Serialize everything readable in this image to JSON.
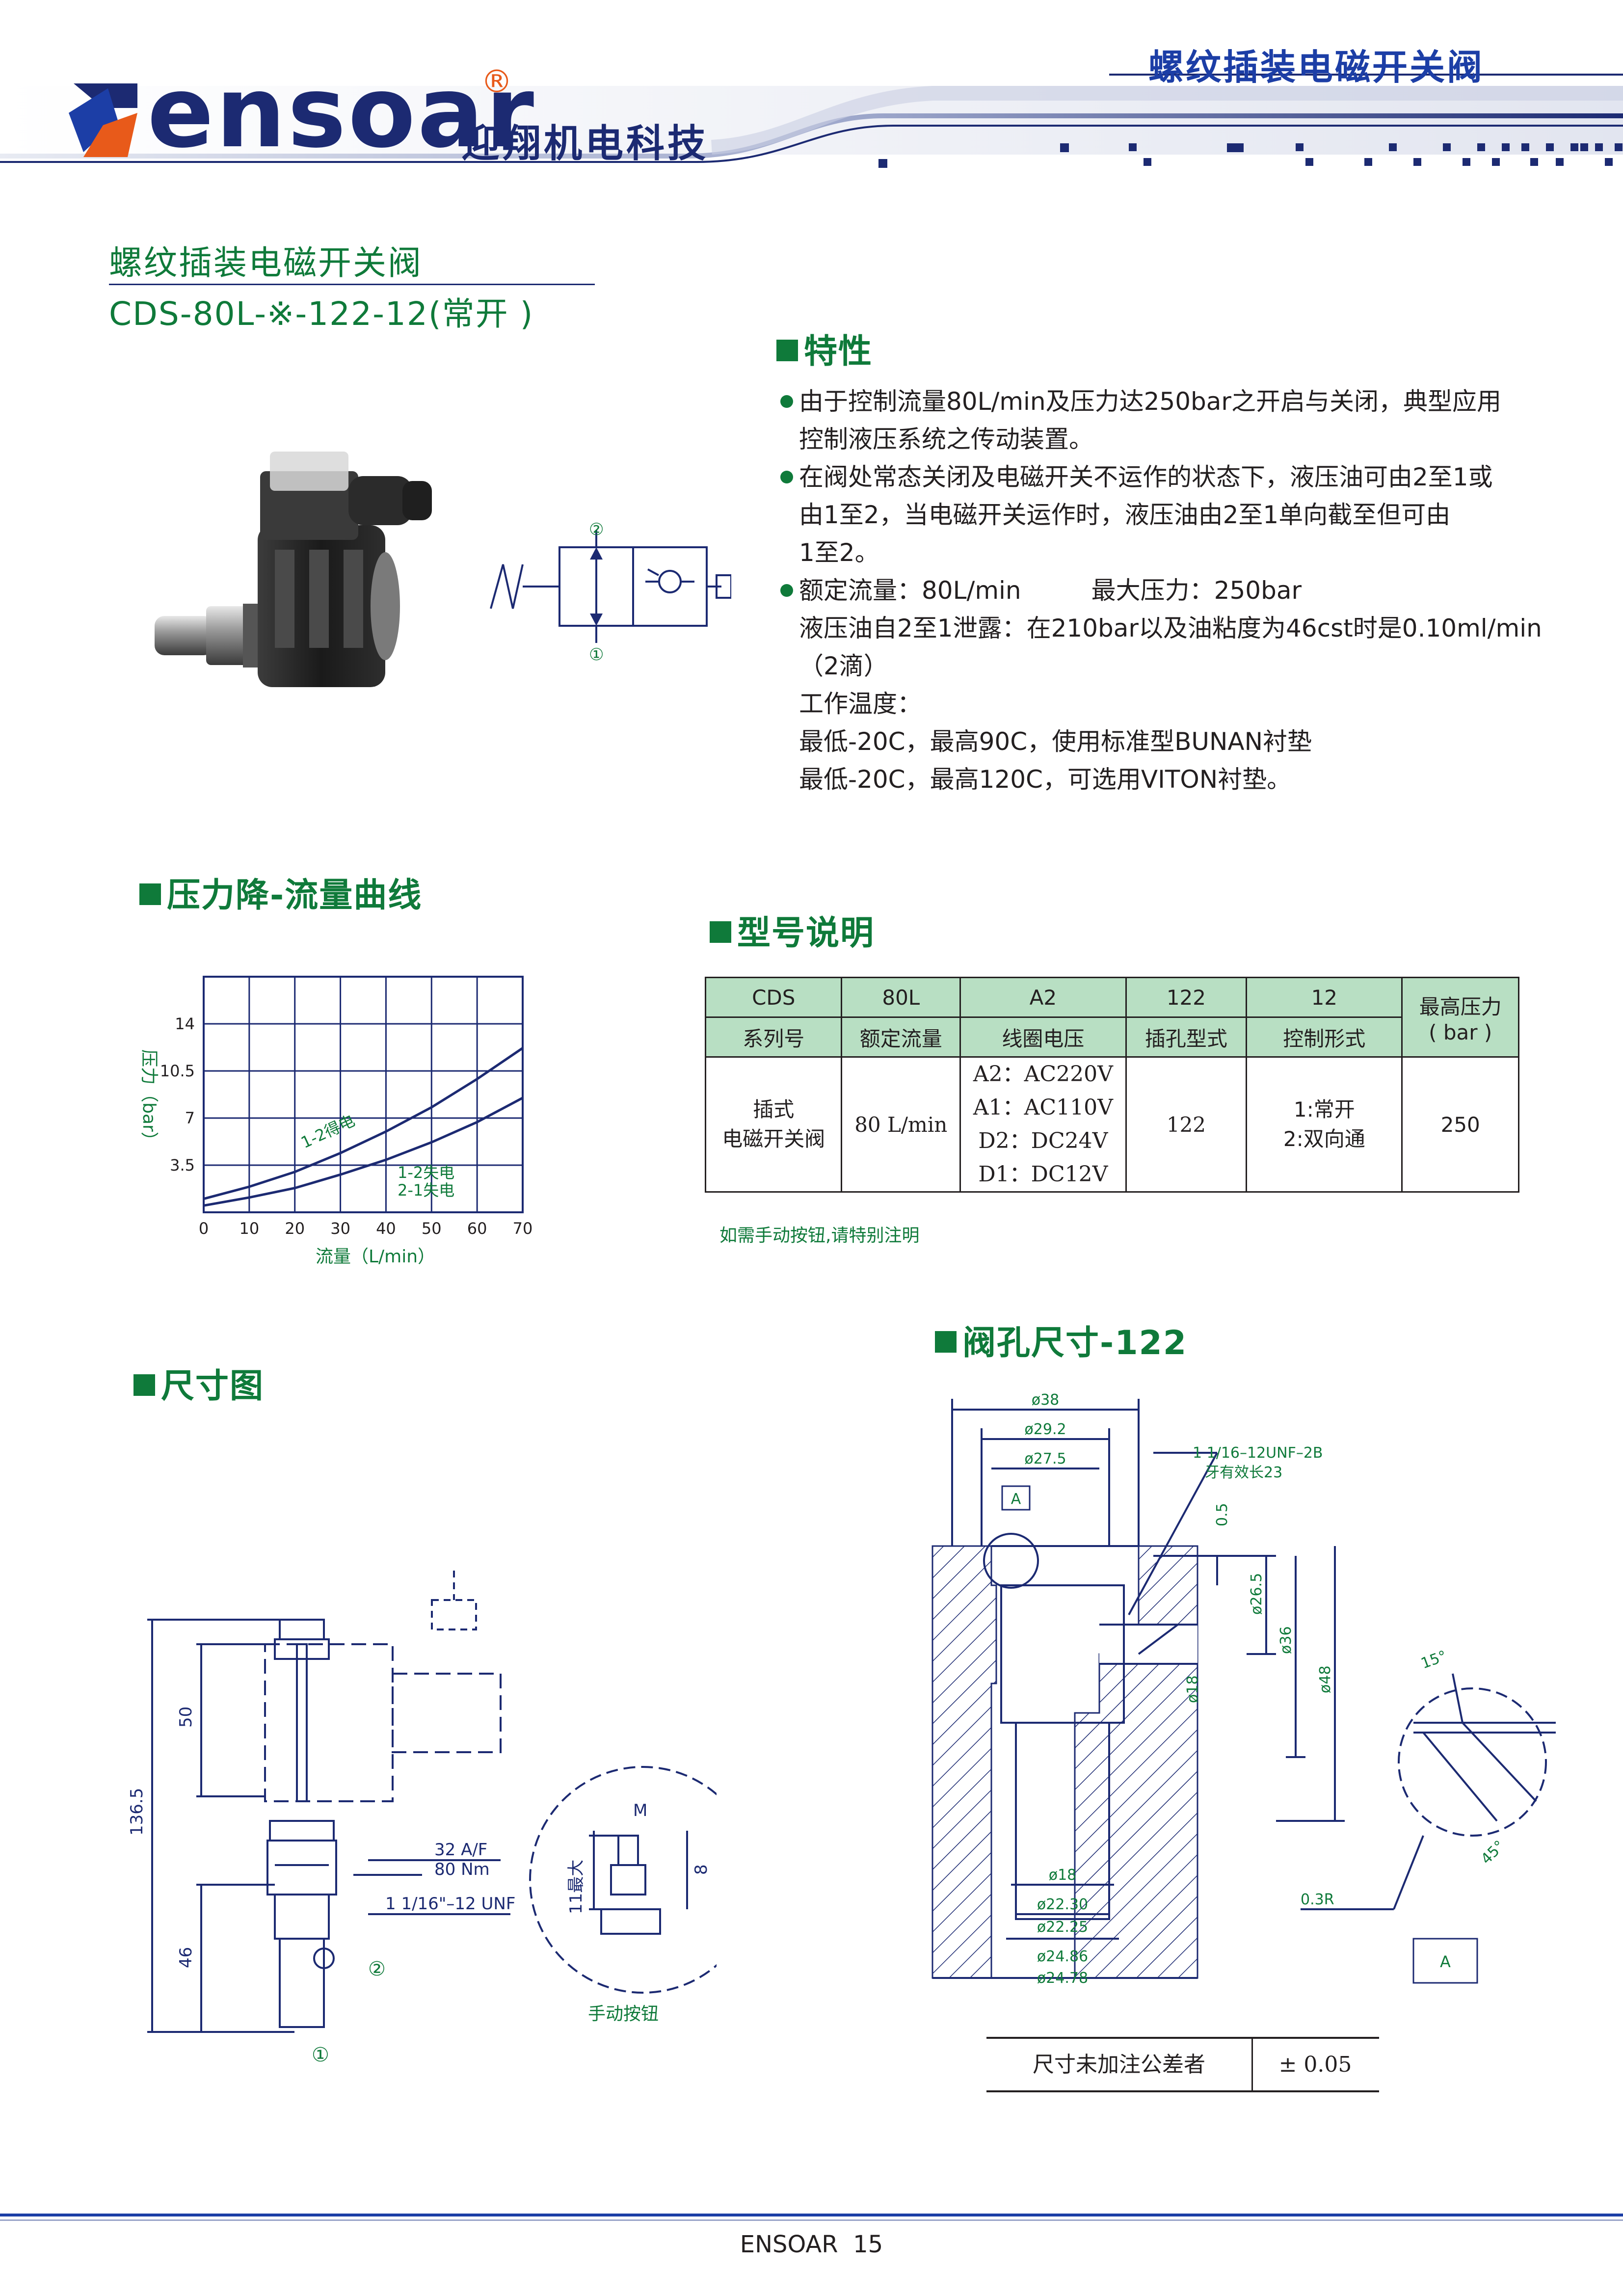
{
  "header": {
    "brand_logo_text": "ensoar",
    "registered_mark": "®",
    "company_cn": "迎翔机电科技",
    "doc_category": "螺纹插装电磁开关阀"
  },
  "product": {
    "title_cn": "螺纹插装电磁开关阀",
    "model_code": "CDS-80L-※-122-12(常开 )"
  },
  "symbol": {
    "port2": "②",
    "port1": "①"
  },
  "features": {
    "heading": "特性",
    "lines": [
      "由于控制流量80L/min及压力达250bar之开启与关闭，典型应用",
      "控制液压系统之传动装置。",
      "在阀处常态关闭及电磁开关不运作的状态下，液压油可由2至1或",
      "由1至2，当电磁开关运作时，液压油由2至1单向截至但可由",
      "1至2。",
      "额定流量：80L/min         最大压力：250bar",
      "液压油自2至1泄露：在210bar以及油粘度为46cst时是0.10ml/min",
      "（2滴）",
      "工作温度：",
      "最低-20C，最高90C，使用标准型BUNAN衬垫",
      "最低-20C，最高120C，可选用VITON衬垫。"
    ]
  },
  "curve_section": {
    "heading": "压力降-流量曲线"
  },
  "chart_data": {
    "type": "line",
    "title": "",
    "xlabel": "流量（L/min）",
    "ylabel": "压力（bar）",
    "xlim": [
      0,
      70
    ],
    "ylim": [
      0,
      17.5
    ],
    "x_ticks": [
      "0",
      "10",
      "20",
      "30",
      "40",
      "50",
      "60",
      "70"
    ],
    "y_ticks": [
      "3.5",
      "7",
      "10.5",
      "14"
    ],
    "grid": true,
    "series": [
      {
        "name": "1-2得电",
        "x": [
          0,
          10,
          20,
          30,
          40,
          50,
          60,
          70
        ],
        "y": [
          1.0,
          1.9,
          3.0,
          4.4,
          6.0,
          7.8,
          9.9,
          12.2
        ]
      },
      {
        "name": "1-2失电 2-1失电",
        "x": [
          0,
          10,
          20,
          30,
          40,
          50,
          60,
          70
        ],
        "y": [
          0.5,
          1.1,
          1.8,
          2.8,
          3.9,
          5.2,
          6.7,
          8.5
        ]
      }
    ],
    "series_labels": [
      "1-2得电",
      "1-2失电",
      "2-1失电"
    ]
  },
  "model_section": {
    "heading": "型号说明",
    "row1": [
      "CDS",
      "80L",
      "A2",
      "122",
      "12"
    ],
    "row2": [
      "系列号",
      "额定流量",
      "线圈电压",
      "插孔型式",
      "控制形式"
    ],
    "max_pressure_header": [
      "最高压力",
      "( bar )"
    ],
    "values": {
      "series": [
        "插式",
        "电磁开关阀"
      ],
      "flow": "80 L/min",
      "voltage": [
        "A2：AC220V",
        "A1：AC110V",
        "D2：DC24V",
        "D1：DC12V"
      ],
      "cavity": "122",
      "control": [
        "1:常开",
        "2:双向通"
      ],
      "pressure": "250"
    },
    "note": "如需手动按钮,请特别注明"
  },
  "dimension_section": {
    "heading": "尺寸图",
    "labels": {
      "d136": "136.5",
      "d50": "50",
      "d46": "46",
      "hex": "32 A/F",
      "torque": "80 Nm",
      "thread": "1 1/16\"–12 UNF",
      "port2": "②",
      "port1": "①",
      "m": "M",
      "max11": "11最大",
      "d8": "8",
      "manual": "手动按钮"
    }
  },
  "cavity_section": {
    "heading": "阀孔尺寸-122",
    "labels": {
      "d38": "ø38",
      "d292": "ø29.2",
      "d275": "ø27.5",
      "thread1": "1 1/16–12UNF–2B",
      "thread2": "牙有效长23",
      "a": "A",
      "d05": "0.5",
      "d265": "ø26.5",
      "d36": "ø36",
      "d48": "ø48",
      "d18v": "ø18",
      "d18": "ø18",
      "d2230": "ø22.30",
      "d2225": "ø22.25",
      "d2486": "ø24.86",
      "d2478": "ø24.78",
      "a15": "15°",
      "a45": "45°",
      "r03": "0.3R",
      "box_a": "A"
    },
    "tolerance_label": "尺寸未加注公差者",
    "tolerance_value": "± 0.05"
  },
  "footer": {
    "text": "ENSOAR  15"
  }
}
